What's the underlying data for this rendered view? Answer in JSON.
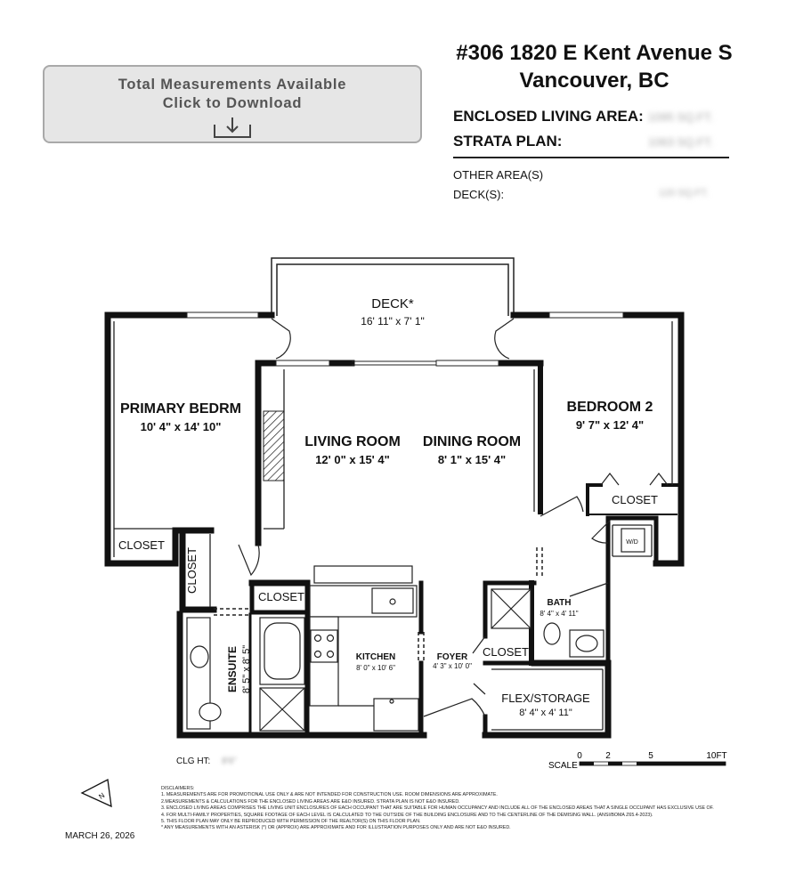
{
  "download": {
    "line1": "Total Measurements Available",
    "line2": "Click to Download",
    "icon": "download-icon"
  },
  "address": {
    "line1": "#306 1820 E Kent Avenue S",
    "line2": "Vancouver, BC"
  },
  "areas": {
    "enclosed_label": "ENCLOSED LIVING AREA:",
    "enclosed_value": "1095 SQ.FT.",
    "strata_label": "STRATA PLAN:",
    "strata_value": "1063 SQ.FT.",
    "other_label": "OTHER AREA(S)",
    "deck_label": "DECK(S):",
    "deck_value": "120 SQ.FT."
  },
  "rooms": {
    "deck_name": "DECK*",
    "deck_dim": "16' 11\" x 7' 1\"",
    "primary_name": "PRIMARY BEDRM",
    "primary_dim": "10' 4\" x 14' 10\"",
    "living_name": "LIVING ROOM",
    "living_dim": "12' 0\" x 15' 4\"",
    "dining_name": "DINING ROOM",
    "dining_dim": "8' 1\" x 15' 4\"",
    "bedroom2_name": "BEDROOM 2",
    "bedroom2_dim": "9' 7\" x 12' 4\"",
    "closet": "CLOSET",
    "wd": "W/D",
    "ensuite_name": "ENSUITE",
    "ensuite_dim": "8' 5\" x 8' 5\"",
    "kitchen_name": "KITCHEN",
    "kitchen_dim": "8' 0\" x 10' 6\"",
    "foyer_name": "FOYER",
    "foyer_dim": "4' 3\" x 10' 0\"",
    "bath_name": "BATH",
    "bath_dim": "8' 4\" x 4' 11\"",
    "flex_name": "FLEX/STORAGE",
    "flex_dim": "8' 4\" x 4' 11\""
  },
  "scale": {
    "label": "SCALE",
    "t0": "0",
    "t2": "2",
    "t5": "5",
    "t10": "10FT"
  },
  "compass": "N",
  "clg": {
    "label": "CLG HT:",
    "value": "8'6\""
  },
  "date": "MARCH 26, 2026",
  "disclaimers": {
    "title": "DISCLAIMERS:",
    "d1": "1. MEASUREMENTS ARE FOR PROMOTIONAL USE ONLY & ARE NOT INTENDED FOR CONSTRUCTION USE. ROOM DIMENSIONS ARE APPROXIMATE.",
    "d2": "2.MEASUREMENTS & CALCULATIONS FOR THE ENCLOSED LIVING AREAS ARE E&O INSURED. STRATA PLAN IS NOT E&O INSURED.",
    "d3": "3. ENCLOSED LIVING AREAS COMPRISES THE LIVING UNIT ENCLOSURES OF EACH OCCUPANT THAT ARE SUITABLE FOR HUMAN OCCUPANCY AND INCLUDE ALL OF THE ENCLOSED AREAS THAT A SINGLE OCCUPANT HAS EXCLUSIVE USE OF.",
    "d4": "4. FOR MULTI-FAMILY PROPERTIES, SQUARE FOOTAGE OF EACH LEVEL IS CALCULATED TO THE OUTSIDE OF THE BUILDING ENCLOSURE AND TO THE CENTERLINE OF THE DEMISING WALL. (ANSI/BOMA Z65.4-2023).",
    "d5": "5. THIS FLOOR PLAN MAY ONLY BE REPRODUCED WITH PERMISSION OF THE REALTOR(S) ON THIS FLOOR PLAN.",
    "d6": "* ANY MEASUREMENTS WITH AN ASTERISK (*) OR (APPROX) ARE APPROXIMATE AND FOR ILLUSTRATION PURPOSES ONLY AND ARE NOT E&O INSURED."
  }
}
